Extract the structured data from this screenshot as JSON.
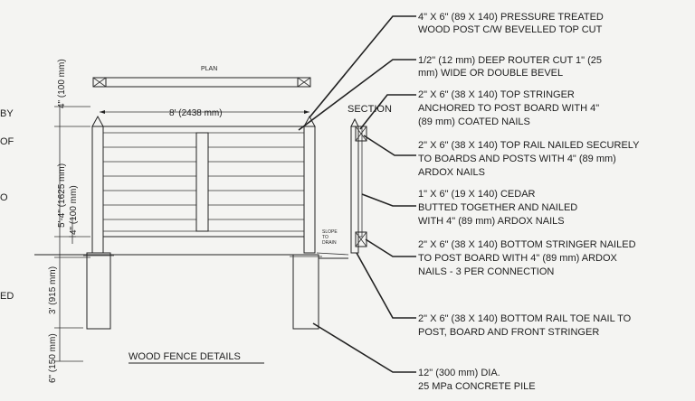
{
  "title": "WOOD FENCE DETAILS",
  "plan_label": "PLAN",
  "section_label": "SECTION",
  "slope_label": [
    "SLOPE",
    "TO",
    "DRAIN"
  ],
  "dimensions": {
    "width": "8' (2438 mm)",
    "top_height": "4\" (100 mm)",
    "fence_height": "5'-4\" (1625 mm)",
    "bottom_gap": "4\" (100 mm)",
    "pile_depth": "3' (915 mm)",
    "bottom_depth": "6\" (150 mm)"
  },
  "left_cut_text": [
    "BY",
    "OF",
    "O",
    "ED"
  ],
  "callouts": [
    {
      "lines": [
        "4\" X 6\" (89 X 140) PRESSURE TREATED",
        "WOOD POST C/W BEVELLED TOP CUT"
      ]
    },
    {
      "lines": [
        "1/2\" (12 mm) DEEP ROUTER CUT 1\" (25",
        "mm) WIDE OR DOUBLE BEVEL"
      ]
    },
    {
      "lines": [
        "2\" X 6\" (38 X 140) TOP STRINGER",
        "ANCHORED  TO POST BOARD WITH 4\"",
        "(89 mm) COATED NAILS"
      ]
    },
    {
      "lines": [
        "2\" X 6\" (38 X 140) TOP RAIL NAILED SECURELY",
        "TO BOARDS AND POSTS WITH 4\" (89 mm)",
        "ARDOX NAILS"
      ]
    },
    {
      "lines": [
        "1\" X 6\" (19 X 140) CEDAR",
        "BUTTED TOGETHER AND NAILED",
        "WITH 4\" (89 mm) ARDOX NAILS"
      ]
    },
    {
      "lines": [
        "2\" X 6\" (38 X 140) BOTTOM STRINGER NAILED",
        "TO POST BOARD WITH 4\" (89 mm) ARDOX",
        "NAILS - 3 PER CONNECTION"
      ]
    },
    {
      "lines": [
        "2\" X 6\" (38 X 140) BOTTOM RAIL TOE NAIL TO",
        "POST, BOARD AND FRONT STRINGER"
      ]
    },
    {
      "lines": [
        "12\" (300 mm) DIA.",
        "25 MPa CONCRETE PILE"
      ]
    }
  ]
}
